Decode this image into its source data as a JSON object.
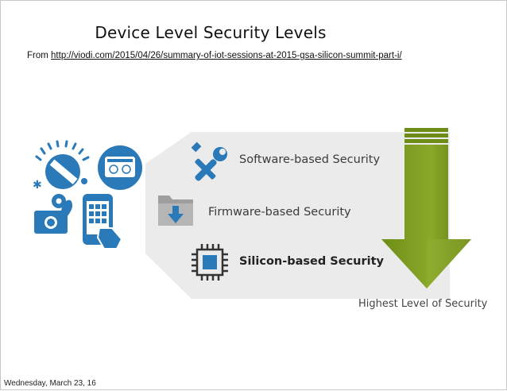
{
  "slide": {
    "title": "Device Level Security Levels",
    "source_prefix": "From ",
    "source_link": "http://viodi.com/2015/04/26/summary-of-iot-sessions-at-2015-gsa-silicon-summit-part-i/",
    "footer_date": "Wednesday, March 23, 16"
  },
  "levels": [
    {
      "label": "Software-based Security",
      "icon": "tools-icon"
    },
    {
      "label": "Firmware-based Security",
      "icon": "folder-download-icon"
    },
    {
      "label": "Silicon-based Security",
      "icon": "chip-icon"
    }
  ],
  "arrow_caption": "Highest Level of Security",
  "device_icons": [
    "gauge-icon",
    "smart-meter-icon",
    "location-camera-icon",
    "smartphone-icon"
  ],
  "colors": {
    "icon_blue": "#2a79b8",
    "arrow_green_dark": "#5c7a12",
    "arrow_green_light": "#9bb53a",
    "panel_gray": "#ebebeb"
  }
}
